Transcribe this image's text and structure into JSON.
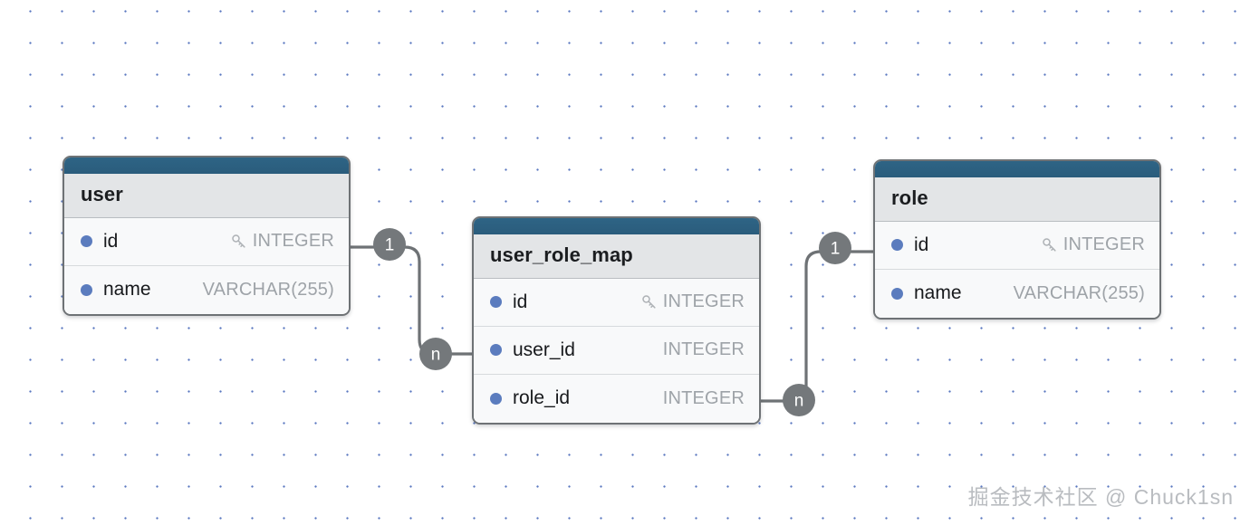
{
  "canvas": {
    "background_color": "#ffffff",
    "grid_dot_color": "#5a78c0",
    "grid_spacing": 35
  },
  "theme": {
    "accent_bar_color": "#2e6485",
    "title_bar_color": "#e3e5e7",
    "row_color": "#f8f9fa",
    "border_color": "#6e7275",
    "bullet_color": "#5b7cbe",
    "type_text_color": "#9ea3a8",
    "connector_color": "#6e7275",
    "badge_color": "#74787b"
  },
  "entities": [
    {
      "id": "user",
      "name": "user",
      "fields": [
        {
          "name": "id",
          "type": "INTEGER",
          "key": true,
          "key_icon": "key-icon"
        },
        {
          "name": "name",
          "type": "VARCHAR(255)",
          "key": false
        }
      ]
    },
    {
      "id": "user_role_map",
      "name": "user_role_map",
      "fields": [
        {
          "name": "id",
          "type": "INTEGER",
          "key": true,
          "key_icon": "key-icon"
        },
        {
          "name": "user_id",
          "type": "INTEGER",
          "key": false
        },
        {
          "name": "role_id",
          "type": "INTEGER",
          "key": false
        }
      ]
    },
    {
      "id": "role",
      "name": "role",
      "fields": [
        {
          "name": "id",
          "type": "INTEGER",
          "key": true,
          "key_icon": "key-icon"
        },
        {
          "name": "name",
          "type": "VARCHAR(255)",
          "key": false
        }
      ]
    }
  ],
  "relationships": [
    {
      "id": "user-to-user_role_map",
      "from_entity": "user",
      "from_field": "id",
      "from_cardinality": "1",
      "to_entity": "user_role_map",
      "to_field": "user_id",
      "to_cardinality": "n"
    },
    {
      "id": "role-to-user_role_map",
      "from_entity": "role",
      "from_field": "id",
      "from_cardinality": "1",
      "to_entity": "user_role_map",
      "to_field": "role_id",
      "to_cardinality": "n"
    }
  ],
  "watermark": {
    "text": "掘金技术社区 @ Chuck1sn"
  }
}
